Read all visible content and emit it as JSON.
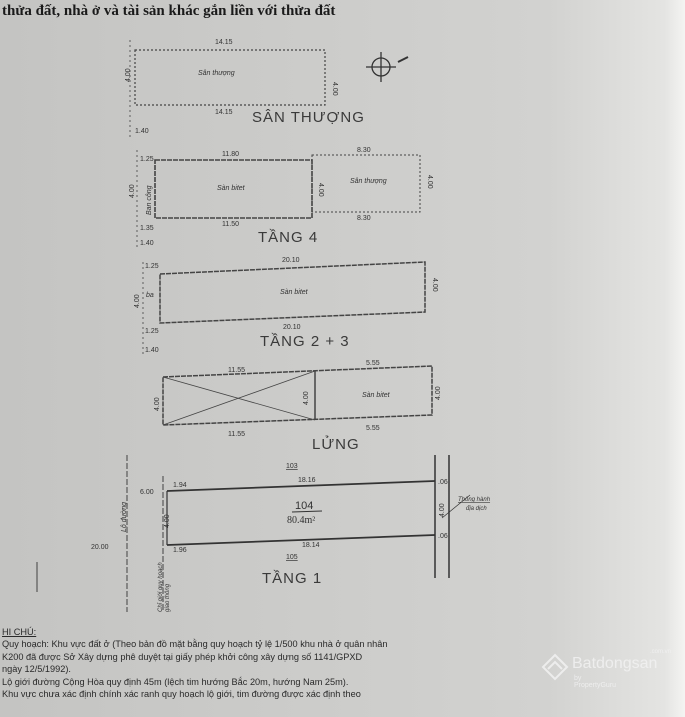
{
  "title": "thửa đất, nhà ở và tài sản khác gắn liền với thửa đất",
  "floors": {
    "san_thuong": {
      "label": "SÂN THƯỢNG",
      "area_label": "Sân thượng",
      "top": "14.15",
      "bottom": "14.15",
      "left": "4.00",
      "right": "4.00",
      "offset": "1.40"
    },
    "tang4": {
      "label": "TẦNG 4",
      "room1": "Sàn bitet",
      "room2": "Sân thượng",
      "balcony": "Ban công",
      "top1": "11.80",
      "top2": "8.30",
      "bottom1": "11.50",
      "bottom2": "8.30",
      "left": "4.00",
      "mid": "4.00",
      "right": "4.00",
      "d1": "1.25",
      "d2": "1.35",
      "offset": "1.40"
    },
    "tang23": {
      "label": "TẦNG 2 + 3",
      "room": "Sàn bitet",
      "balcony": "ba",
      "top": "20.10",
      "bottom": "20.10",
      "left": "4.00",
      "right": "4.00",
      "d1": "1.25",
      "d2": "1.25",
      "offset": "1.40"
    },
    "lung": {
      "label": "LỬNG",
      "room": "Sàn bitet",
      "top1": "11.55",
      "top2": "5.55",
      "bottom1": "11.55",
      "bottom2": "5.55",
      "left": "4.00",
      "mid": "4.00",
      "right": "4.00"
    },
    "tang1": {
      "label": "TẦNG 1",
      "parcel": "104",
      "area": "80.4m²",
      "north": "103",
      "south": "105",
      "top": "18.16",
      "bottom": "18.14",
      "left": "4.00",
      "right": "4.00",
      "d1": "1.94",
      "d2": "1.96",
      "road_offset": "6.00",
      "road_width": "20.00",
      "road": "Lộ đường",
      "planning_line": "Chỉ giới quy hoạch",
      "planning_line2": "giao thông",
      "easement": "Thông hành",
      "easement2": "địa dịch",
      "e1": ".06",
      "e2": ".06"
    }
  },
  "notes": {
    "heading": "HI CHÚ:",
    "lines": [
      "Quy hoạch: Khu vực đất ở (Theo bản đồ mặt bằng quy hoạch tỷ lệ 1/500 khu nhà ở quân nhân",
      "K200 đã được Sở Xây dựng phê duyệt tại giấy phép khởi công xây dựng số 1141/GPXD",
      "ngày 12/5/1992).",
      "Lộ giới đường Cộng Hòa quy định 45m (lệch tim hướng Bắc 20m, hướng Nam 25m).",
      "Khu vực chưa xác định chính xác ranh quy hoạch lộ giới, tim đường được xác định theo"
    ]
  },
  "watermark": {
    "brand": "Batdongsan",
    "sub": "by PropertyGuru",
    "domain": ".com.vn"
  }
}
